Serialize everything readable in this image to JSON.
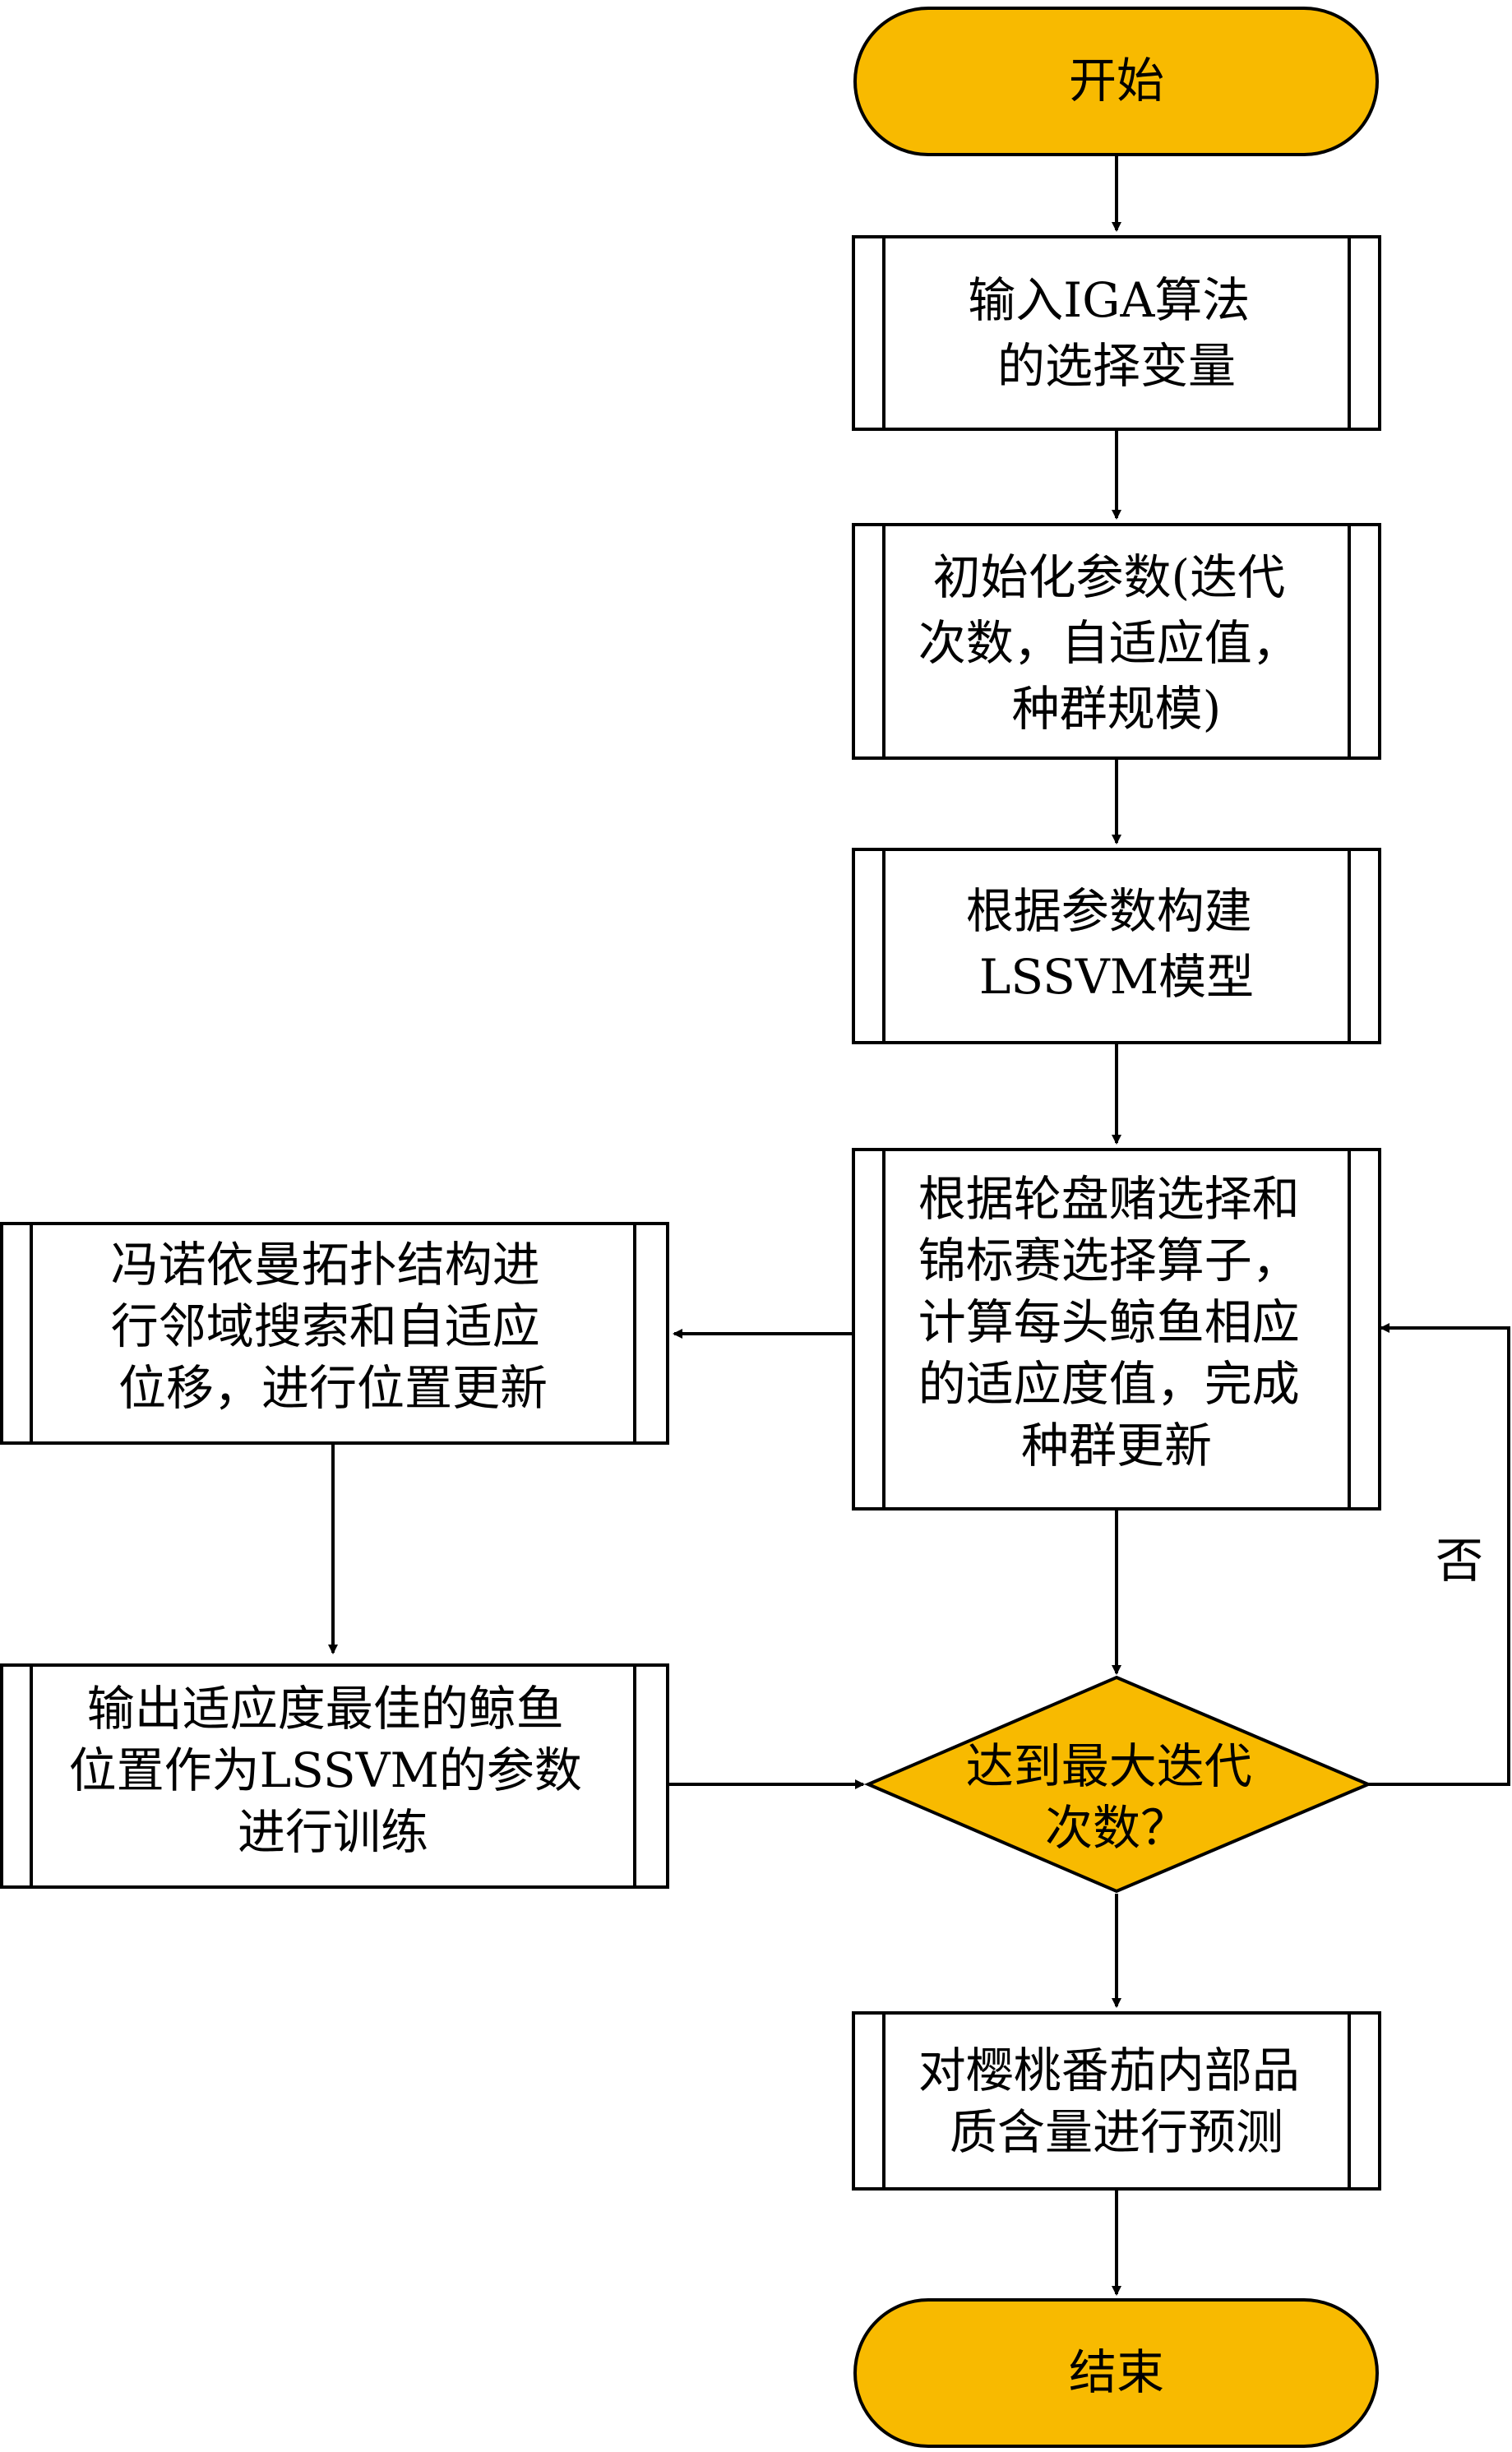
{
  "colors": {
    "terminal_fill": "#F8BA00",
    "decision_fill": "#F8BA00",
    "process_fill": "#FFFFFF",
    "stroke": "#000000",
    "text": "#000000"
  },
  "nodes": {
    "start": {
      "lines": [
        "开始"
      ]
    },
    "input": {
      "lines": [
        "输入IGA算法",
        "的选择变量"
      ]
    },
    "init": {
      "lines": [
        "初始化参数(迭代",
        "次数，自适应值，",
        "种群规模)"
      ]
    },
    "build": {
      "lines": [
        "根据参数构建",
        "LSSVM模型"
      ]
    },
    "select": {
      "lines": [
        "根据轮盘赌选择和",
        "锦标赛选择算子，",
        "计算每头鲸鱼相应",
        "的适应度值，完成",
        "种群更新"
      ]
    },
    "neumann": {
      "lines": [
        "冯诺依曼拓扑结构进",
        "行邻域搜索和自适应",
        "位移，进行位置更新"
      ]
    },
    "output": {
      "lines": [
        "输出适应度最佳的鲸鱼",
        "位置作为LSSVM的参数",
        "进行训练"
      ]
    },
    "decision": {
      "lines": [
        "达到最大迭代",
        "次数？"
      ]
    },
    "predict": {
      "lines": [
        "对樱桃番茄内部品",
        "质含量进行预测"
      ]
    },
    "end": {
      "lines": [
        "结束"
      ]
    }
  },
  "edge_labels": {
    "no": "否"
  }
}
